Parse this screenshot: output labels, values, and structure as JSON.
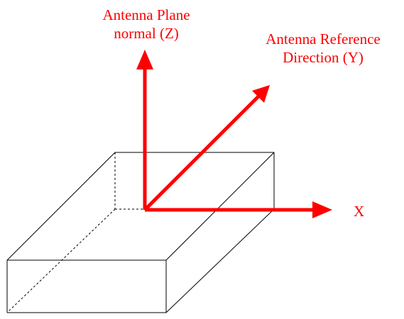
{
  "diagram": {
    "colors": {
      "axis": "#ff0000",
      "label": "#ff0000",
      "box": "#000000",
      "background": "#ffffff"
    },
    "labels": {
      "z_axis_line1": "Antenna Plane",
      "z_axis_line2": "normal (Z)",
      "y_axis_line1": "Antenna Reference",
      "y_axis_line2": "Direction (Y)",
      "x_axis": "X"
    }
  }
}
